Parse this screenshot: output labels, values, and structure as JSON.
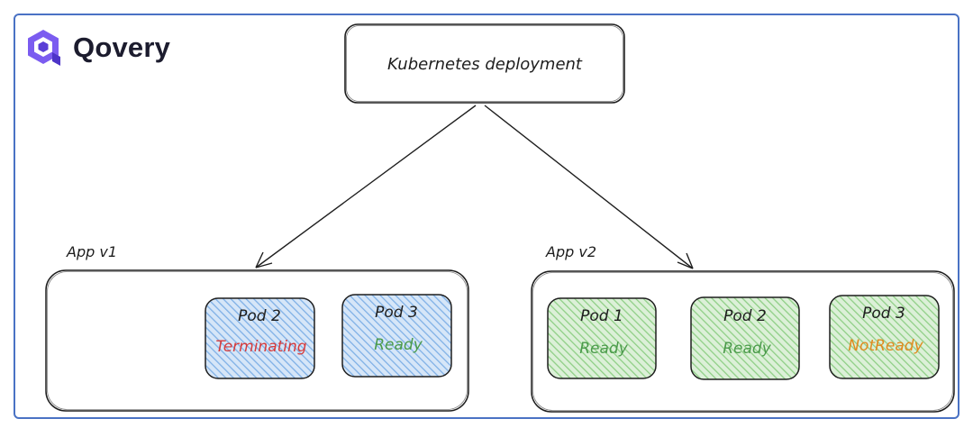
{
  "brand": {
    "name": "Qovery",
    "logo_icon": "qovery-hexagon-logo",
    "accent": "#6c4fe0"
  },
  "root": {
    "label": "Kubernetes deployment"
  },
  "groups": [
    {
      "label": "App v1",
      "pods": [
        {
          "title": "Pod 2",
          "status": "Terminating",
          "status_color": "#d63b3b",
          "fill": "#a8c8ef"
        },
        {
          "title": "Pod 3",
          "status": "Ready",
          "status_color": "#4a9a4a",
          "fill": "#a8c8ef"
        }
      ]
    },
    {
      "label": "App v2",
      "pods": [
        {
          "title": "Pod 1",
          "status": "Ready",
          "status_color": "#4a9a4a",
          "fill": "#b5deb0"
        },
        {
          "title": "Pod 2",
          "status": "Ready",
          "status_color": "#4a9a4a",
          "fill": "#b5deb0"
        },
        {
          "title": "Pod 3",
          "status": "NotReady",
          "status_color": "#e08a1e",
          "fill": "#b5deb0"
        }
      ]
    }
  ],
  "colors": {
    "frame": "#4a72c4",
    "stroke": "#1e1e1e"
  }
}
